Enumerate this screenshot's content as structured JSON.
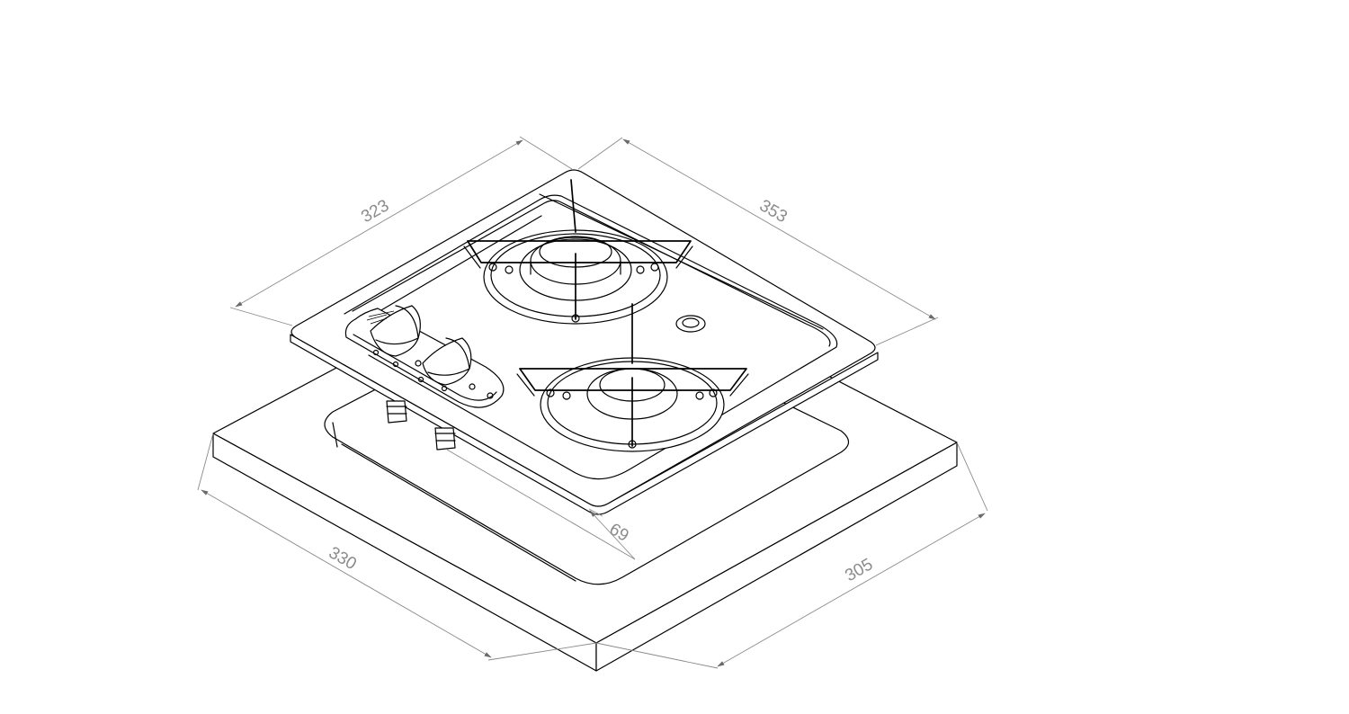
{
  "dimensions": {
    "hob_left_edge": "323",
    "hob_right_edge": "353",
    "cutout_left_edge": "330",
    "cutout_right_edge": "305",
    "height": "69"
  },
  "colors": {
    "line": "#000000",
    "dimension_line": "#8a8a8a",
    "dimension_text": "#8c8c8c",
    "background": "#ffffff"
  }
}
